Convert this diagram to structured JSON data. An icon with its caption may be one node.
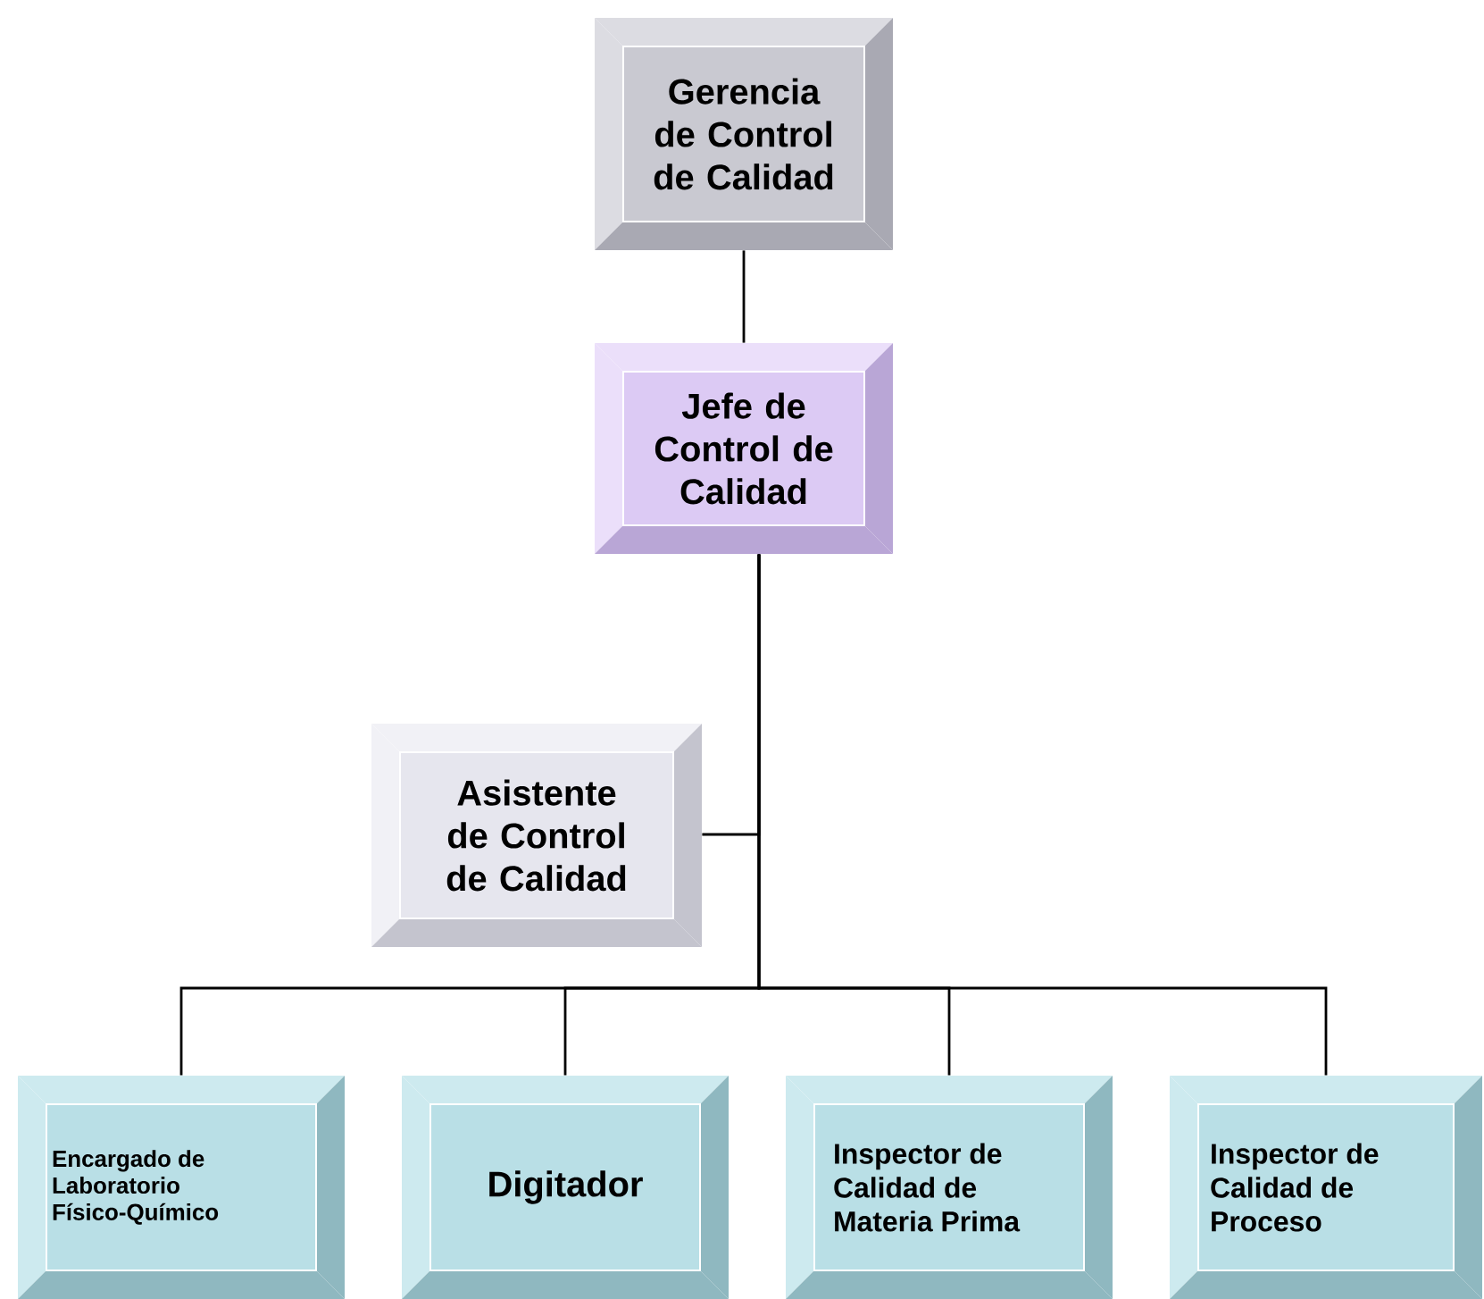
{
  "diagram": {
    "nodes": [
      {
        "text": [
          "Gerencia de Control de Calidad"
        ]
      },
      {
        "text": [
          "Jefe de Control de Calidad"
        ]
      },
      {
        "text": [
          "Asistente de Control de Calidad"
        ]
      },
      {
        "text": [
          "Encargado de Laboratorio Físico-Químico"
        ]
      },
      {
        "text": [
          "Digitador"
        ]
      },
      {
        "text": [
          "Inspector de Calidad de Materia Prima"
        ]
      },
      {
        "text": [
          "Inspector de Calidad de Proceso"
        ]
      }
    ],
    "edges": [
      {
        "from": 0,
        "to": 1,
        "arrow": "none"
      },
      {
        "from": 1,
        "to": 2,
        "arrow": "none"
      },
      {
        "from": 1,
        "to": 3,
        "arrow": "none"
      },
      {
        "from": 1,
        "to": 4,
        "arrow": "none"
      },
      {
        "from": 1,
        "to": 5,
        "arrow": "none"
      },
      {
        "from": 1,
        "to": 6,
        "arrow": "none"
      }
    ]
  }
}
